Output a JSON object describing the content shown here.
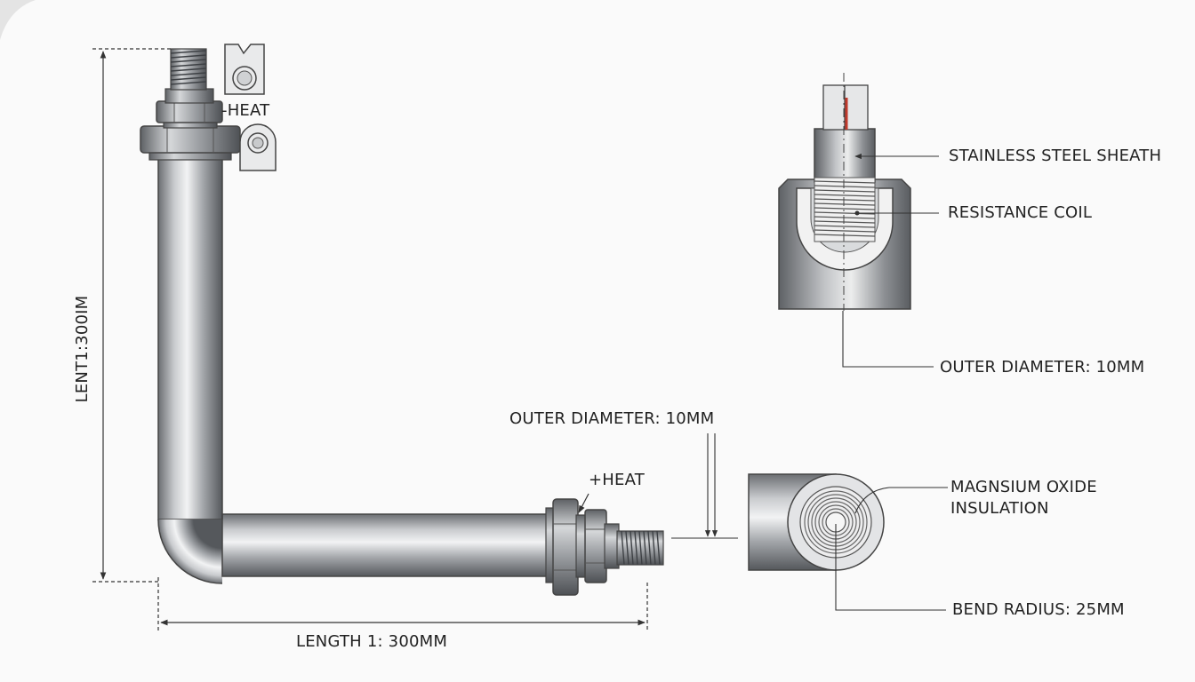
{
  "labels": {
    "stainless_steel_sheath": "STAINLESS STEEL SHEATH",
    "resistance_coil": "RESISTANCE COIL",
    "outer_diameter_top": "OUTER DIAMETER: 10MM",
    "outer_diameter_mid": "OUTER DIAMETER: 10MM",
    "magnesium_oxide": "MAGNSIUM OXIDE\nINSULATION",
    "bend_radius": "BEND RADIUS: 25MM",
    "length_horizontal": "LENGTH 1: 300MM",
    "length_vertical": "LENT1:300IM",
    "neg_terminal": "-HEAT",
    "pos_terminal": "+HEAT"
  },
  "colors": {
    "steel_dark": "#5a5d61",
    "steel_mid": "#9ea1a5",
    "steel_light": "#e6e8ea",
    "line": "#333333",
    "coil_wire": "#c0392b"
  }
}
